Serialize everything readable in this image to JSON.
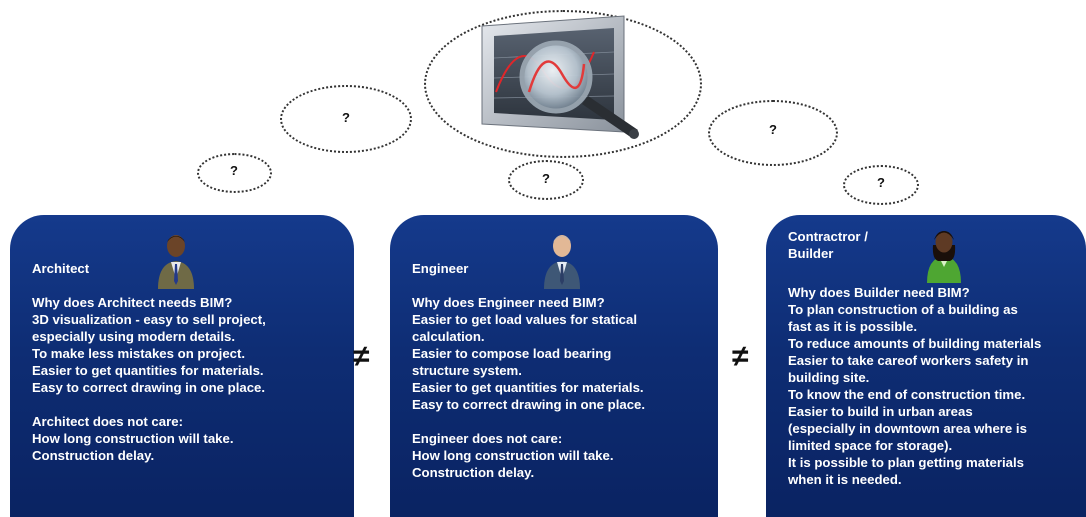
{
  "bubbles": {
    "mark": "?"
  },
  "inequality": {
    "symbol": "≠"
  },
  "architect": {
    "title": "Architect",
    "lines": [
      "Why does Architect needs BIM?",
      "3D visualization - easy to sell project,",
      "especially using modern details.",
      "To make less mistakes on project.",
      "Easier to get quantities for materials.",
      "Easy to correct drawing in one place.",
      "",
      "Architect does not care:",
      "How long construction will take.",
      "Construction delay."
    ]
  },
  "engineer": {
    "title": "Engineer",
    "lines": [
      "Why does Engineer need BIM?",
      "Easier to get load values for statical",
      "calculation.",
      "Easier to compose load bearing",
      "structure system.",
      "Easier to get quantities for materials.",
      "Easy to correct drawing in one place.",
      "",
      "Engineer does not care:",
      "How long construction will take.",
      "Construction delay."
    ]
  },
  "contractor": {
    "title_line1": "Contractror /",
    "title_line2": "Builder",
    "lines": [
      "Why does Builder need BIM?",
      "To plan construction of a building as",
      "fast as it is possible.",
      "To reduce amounts of building materials",
      "Easier to take careof workers safety in",
      "building site.",
      "To know the end of construction time.",
      "Easier to build in urban areas",
      "(especially in downtown area where is",
      "limited space for storage).",
      "It is possible to plan getting materials",
      "when it is needed."
    ]
  },
  "colors": {
    "card_top": "#153a8c",
    "card_bottom": "#0a2362",
    "text": "#ffffff"
  }
}
